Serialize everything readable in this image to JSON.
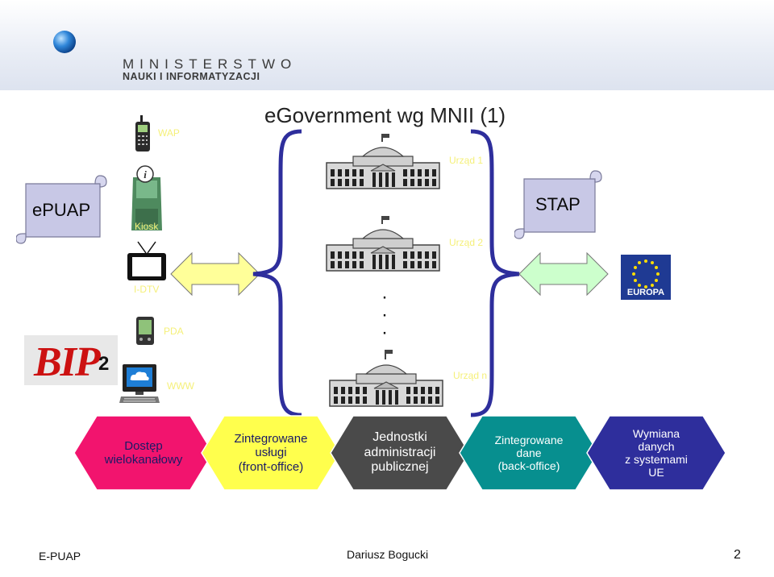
{
  "header": {
    "logo_line1": "MINISTERSTWO",
    "logo_line2": "NAUKI I INFORMATYZACJI"
  },
  "slide": {
    "title": "eGovernment wg MNII (1)"
  },
  "channels": {
    "wap": "WAP",
    "kiosk": "Kiosk",
    "itv": "I-DTV",
    "pda": "PDA",
    "www": "WWW"
  },
  "badges": {
    "epuap": "ePUAP",
    "stap": "STAP",
    "bip": "BIP",
    "bip_number": "2",
    "eu_flag": "EUROPA"
  },
  "offices": {
    "office1": "Urząd 1",
    "office2": "Urząd 2",
    "officeN": "Urząd n",
    "ellipsis": ". . ."
  },
  "stages": [
    {
      "label": "Dostęp\nwielokanałowy",
      "color": "#f2146e",
      "text_color": "#1a1a66"
    },
    {
      "label": "Zintegrowane\nusługi\n(front-office)",
      "color": "#ffff4d",
      "text_color": "#1a1a66"
    },
    {
      "label": "Jednostki\nadministracji\npublicznej",
      "color": "#4a4a4a",
      "text_color": "#ffffff"
    },
    {
      "label": "Zintegrowane\ndane\n(back-office)",
      "color": "#078f8f",
      "text_color": "#ffffff"
    },
    {
      "label": "Wymiana\ndanych\nz systemami\nUE",
      "color": "#2e2e9c",
      "text_color": "#ffffff"
    }
  ],
  "footer": {
    "left": "E-PUAP",
    "center": "Dariusz Bogucki",
    "page": "2"
  },
  "colors": {
    "arrow": "#ffff99",
    "arrow_right": "#ccffcc",
    "brace": "#2e2e9c",
    "scroll": "#c8c8e6"
  }
}
